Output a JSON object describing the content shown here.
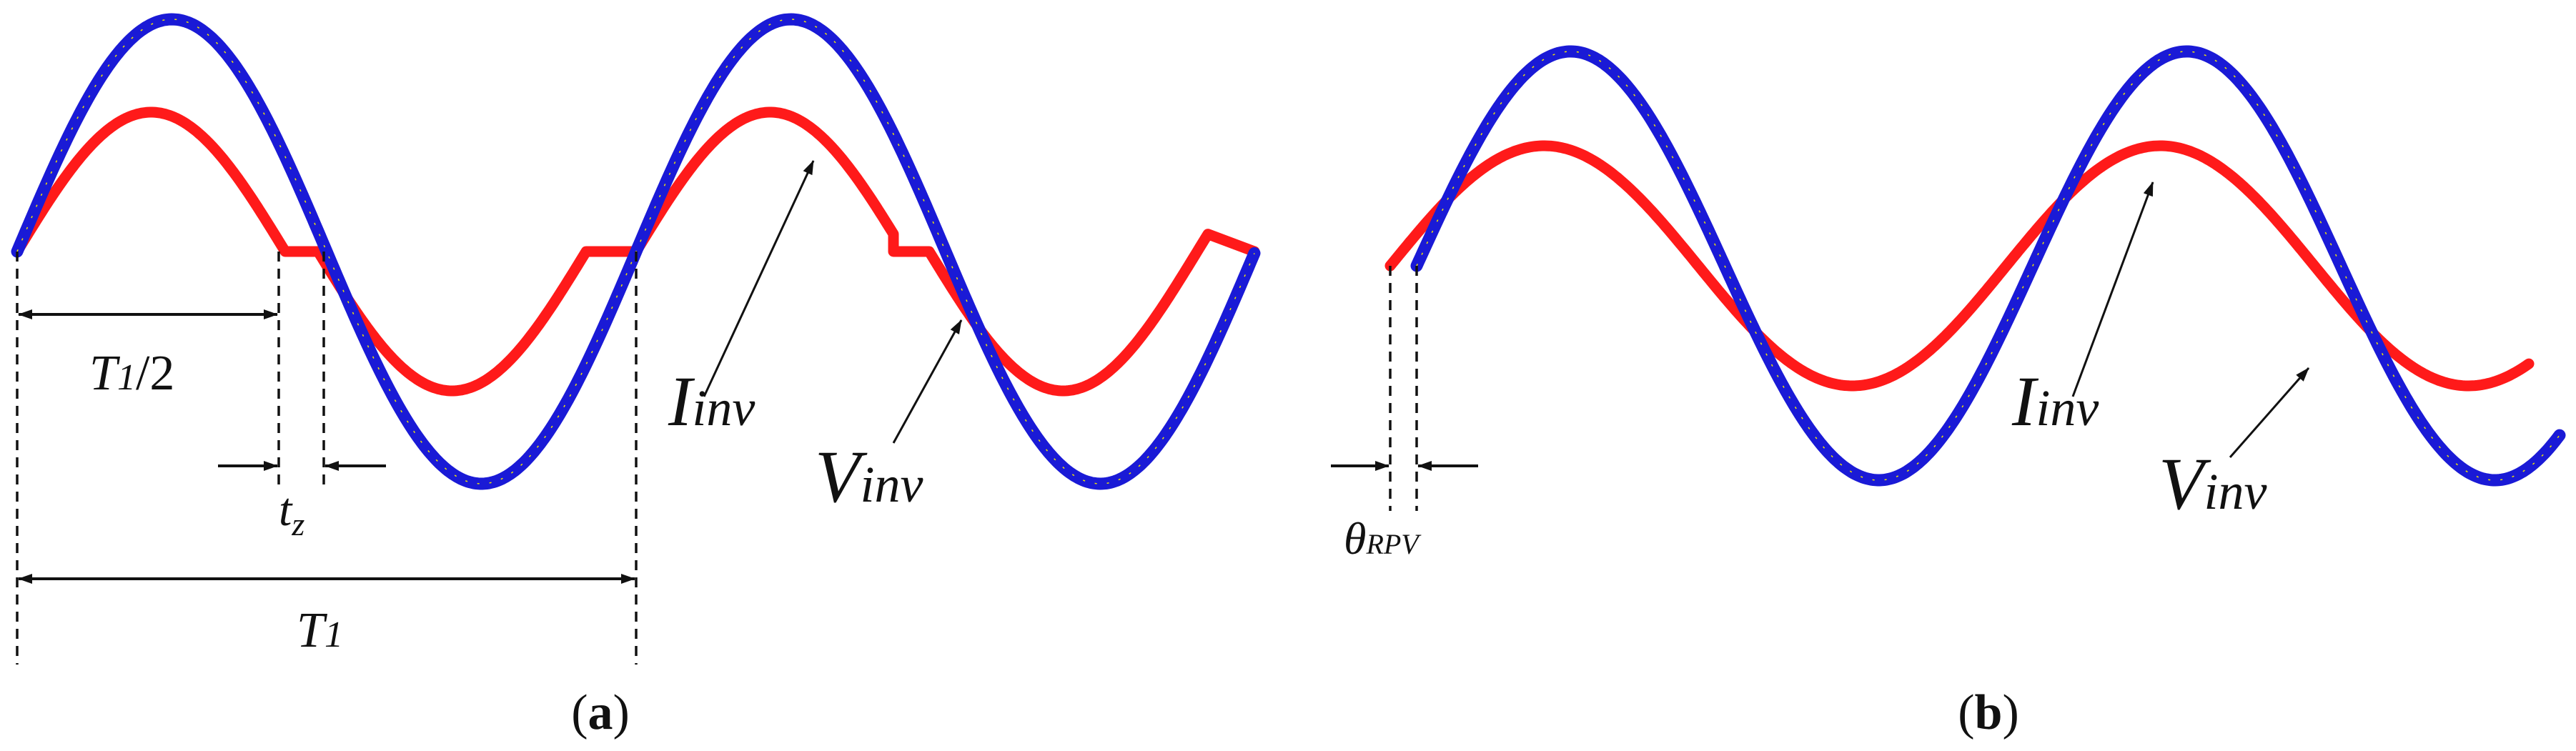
{
  "colors": {
    "current": "#ff1a1a",
    "voltage": "#1a1ad6",
    "voltage_highlight": "#f2e600",
    "annotation": "#111111"
  },
  "panel_a": {
    "caption": {
      "open": "(",
      "letter": "a",
      "close": ")"
    },
    "current_label": {
      "main": "I",
      "sub": "inv"
    },
    "voltage_label": {
      "main": "V",
      "sub": "inv"
    },
    "half_period": {
      "main": "T",
      "sub": "1",
      "rest": "/2"
    },
    "dead_time": {
      "main": "t",
      "sub": "z"
    },
    "period": {
      "main": "T",
      "sub": "1"
    }
  },
  "panel_b": {
    "caption": {
      "open": "(",
      "letter": "b",
      "close": ")"
    },
    "current_label": {
      "main": "I",
      "sub": "inv"
    },
    "voltage_label": {
      "main": "V",
      "sub": "inv"
    },
    "phase": {
      "main": "θ",
      "sub": "RPV"
    }
  }
}
